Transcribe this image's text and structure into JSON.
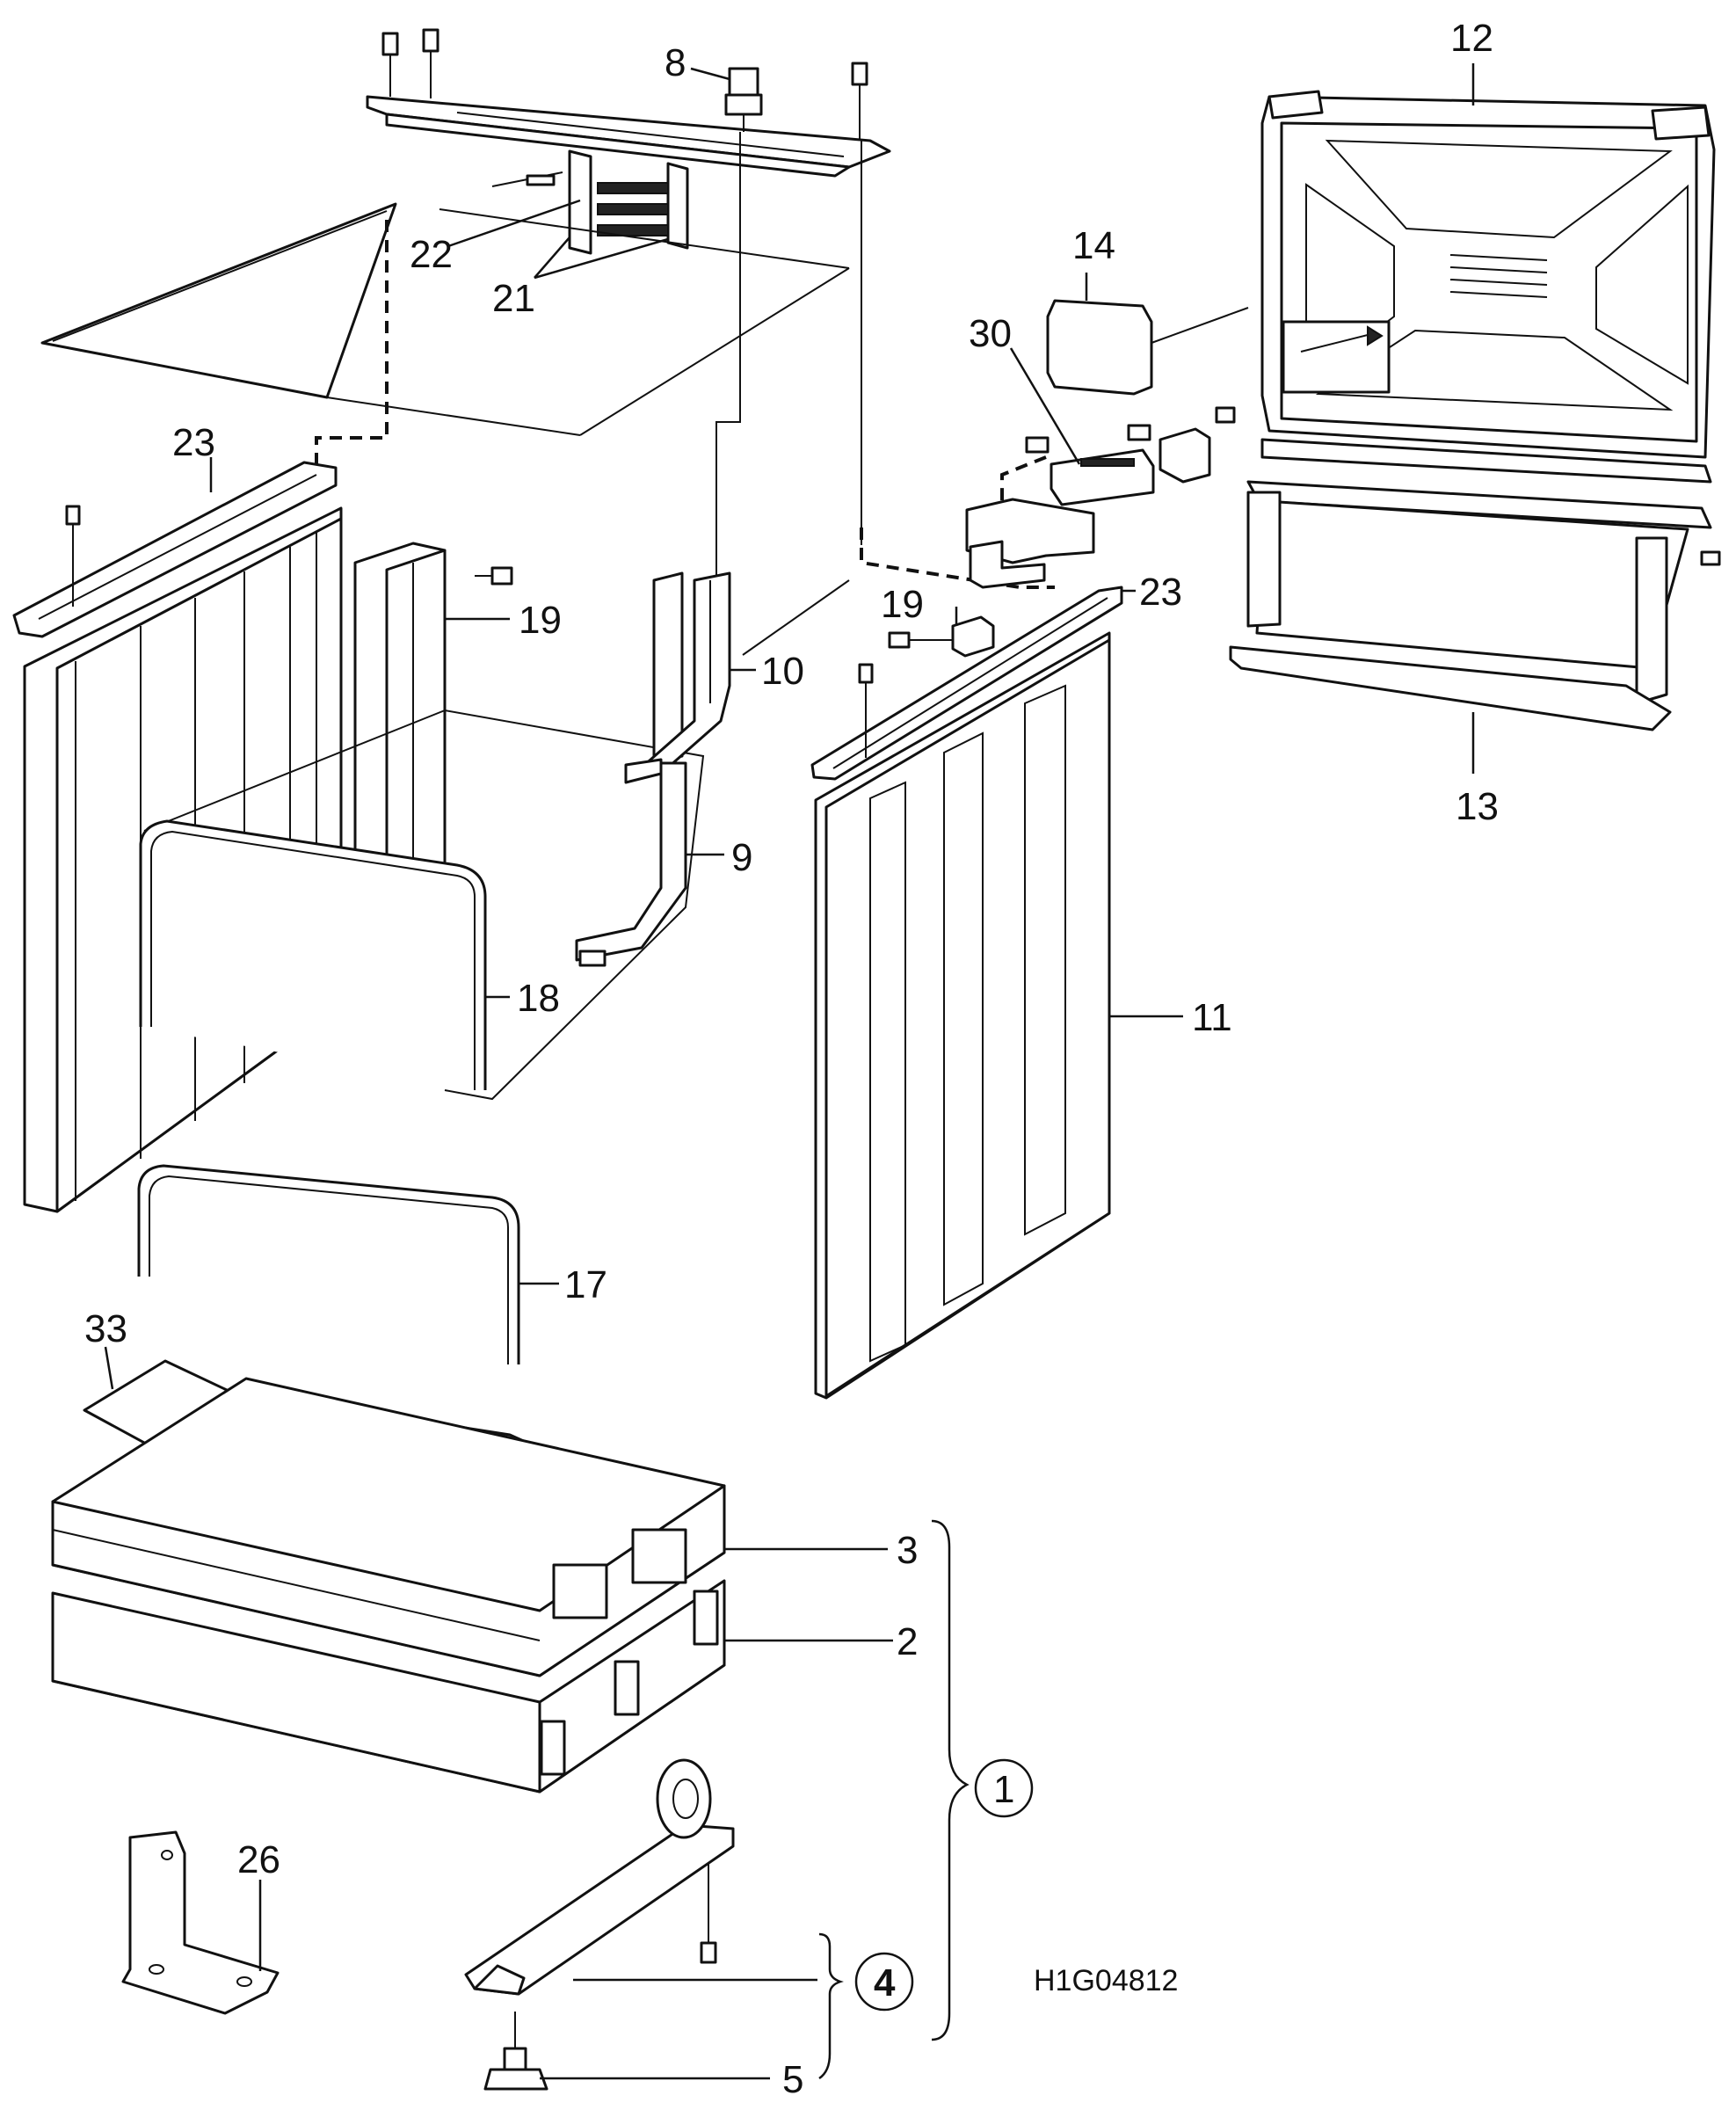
{
  "diagram": {
    "drawing_code": "H1G04812",
    "labels": {
      "p1": "1",
      "p2": "2",
      "p3": "3",
      "p4": "4",
      "p5": "5",
      "p8": "8",
      "p9": "9",
      "p10": "10",
      "p11": "11",
      "p12": "12",
      "p13": "13",
      "p14": "14",
      "p17": "17",
      "p18": "18",
      "p19a": "19",
      "p19b": "19",
      "p21": "21",
      "p22": "22",
      "p23a": "23",
      "p23b": "23",
      "p26": "26",
      "p30": "30",
      "p33": "33"
    }
  }
}
